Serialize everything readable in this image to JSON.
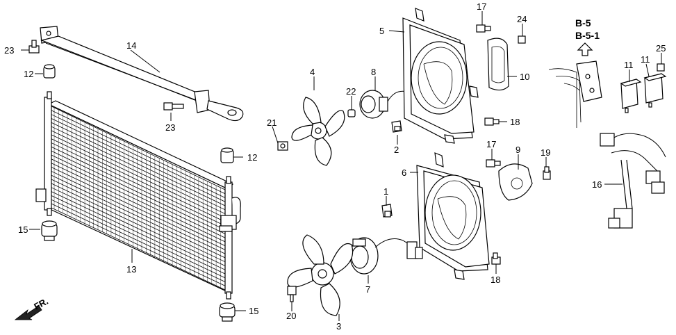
{
  "reference": {
    "line1": "B-5",
    "line2": "B-5-1"
  },
  "direction": {
    "label": "FR."
  },
  "callouts": {
    "c1": "1",
    "c2": "2",
    "c3": "3",
    "c4": "4",
    "c5": "5",
    "c6": "6",
    "c7": "7",
    "c8": "8",
    "c9": "9",
    "c10": "10",
    "c11a": "11",
    "c11b": "11",
    "c12a": "12",
    "c12b": "12",
    "c13": "13",
    "c14": "14",
    "c15a": "15",
    "c15b": "15",
    "c16": "16",
    "c17a": "17",
    "c17b": "17",
    "c18a": "18",
    "c18b": "18",
    "c19": "19",
    "c20": "20",
    "c21": "21",
    "c22": "22",
    "c23a": "23",
    "c23b": "23",
    "c24": "24",
    "c25": "25"
  }
}
